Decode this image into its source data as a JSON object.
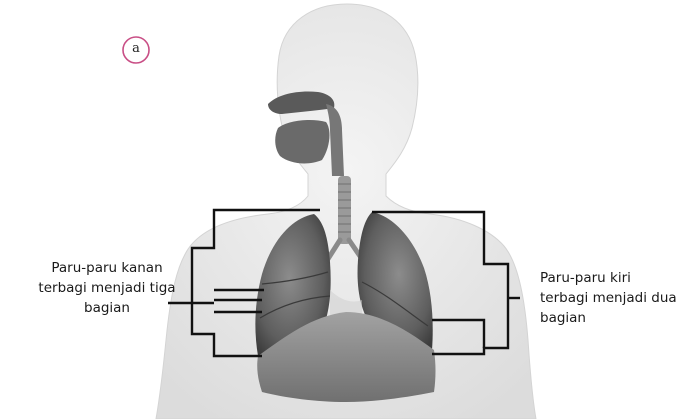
{
  "figure": {
    "badge": "a",
    "right_lung_callout": {
      "lines": [
        "Paru-paru kanan",
        "terbagi menjadi tiga",
        "bagian"
      ]
    },
    "left_lung_callout": {
      "lines": [
        "Paru-paru kiri",
        "terbagi menjadi dua",
        "bagian"
      ]
    },
    "colors": {
      "badge_ring": "#c94f86",
      "silhouette": "#ececec",
      "lung": "#6e6e6e",
      "diaphragm": "#8a8a8a",
      "bracket": "#111111"
    }
  }
}
